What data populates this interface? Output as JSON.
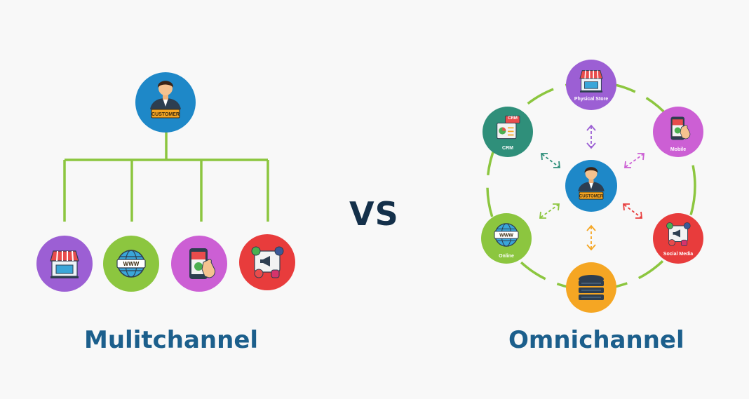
{
  "titles": {
    "left": "Mulitchannel",
    "vs": "VS",
    "right": "Omnichannel"
  },
  "badge": "CUSTOMER",
  "labels": {
    "physical_store": "Physical Store",
    "crm": "CRM",
    "mobile": "Mobile",
    "online": "Online",
    "social_media": "Social Media",
    "crm_icon_text": "CRM",
    "www": "WWW"
  },
  "colors": {
    "connector": "#8cc63f",
    "title": "#1c5f8c",
    "vs": "#14304a",
    "customer": "#1e88c8",
    "store": "#9c5fd4",
    "web": "#8cc63f",
    "mobile": "#cc5fd4",
    "social": "#e83c3c",
    "crm": "#2f8f7a",
    "database": "#f5a623"
  },
  "icons": {
    "customer": "customer-person-icon",
    "store": "storefront-icon",
    "web": "globe-www-icon",
    "mobile": "phone-tap-icon",
    "social": "social-media-icon",
    "crm": "crm-dashboard-icon",
    "database": "database-stack-icon"
  }
}
